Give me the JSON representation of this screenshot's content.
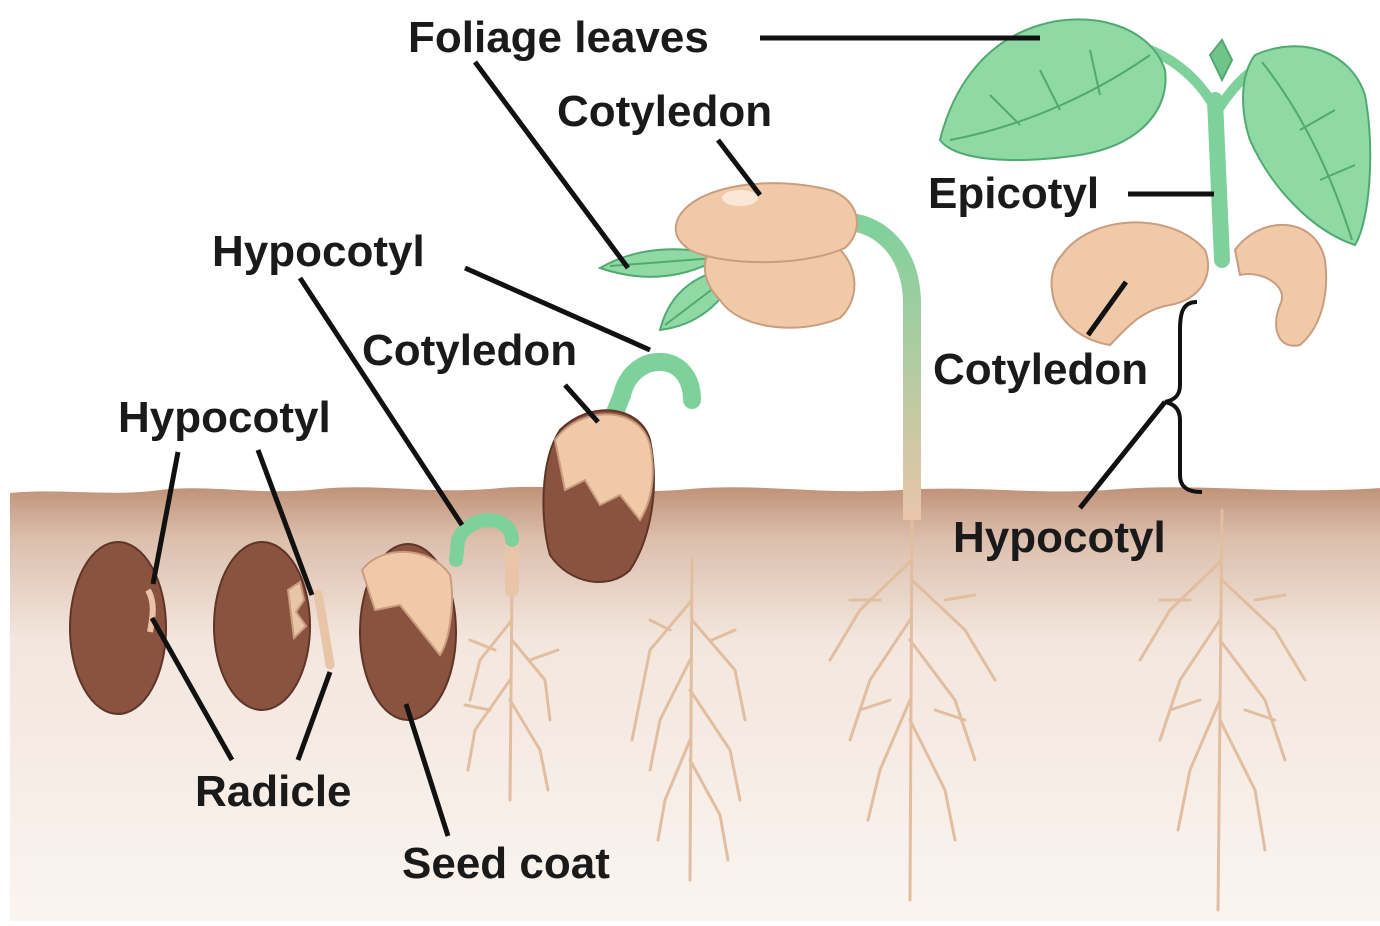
{
  "labels": {
    "foliage_leaves": "Foliage leaves",
    "cotyledon_top": "Cotyledon",
    "epicotyl": "Epicotyl",
    "hypocotyl_upper": "Hypocotyl",
    "cotyledon_mid": "Cotyledon",
    "cotyledon_right": "Cotyledon",
    "hypocotyl_left": "Hypocotyl",
    "hypocotyl_right": "Hypocotyl",
    "radicle": "Radicle",
    "seed_coat": "Seed coat"
  },
  "colors": {
    "soil_surface": "#c9a286",
    "soil_below": "#f6ece6",
    "seed": "#8a5340",
    "cotyledon": "#efc9a8",
    "leaf": "#8ed9a4",
    "stem_green": "#7fd19c",
    "root": "#e2bea0"
  }
}
